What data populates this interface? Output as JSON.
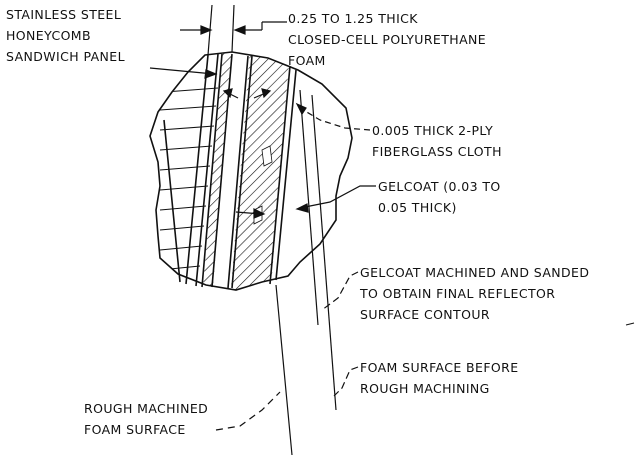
{
  "labels": {
    "honeycomb": [
      "STAINLESS STEEL",
      "HONEYCOMB",
      "SANDWICH PANEL"
    ],
    "foam": [
      "0.25 TO 1.25 THICK",
      "CLOSED-CELL POLYURETHANE",
      "FOAM"
    ],
    "fiberglass": [
      "0.005 THICK 2-PLY",
      "FIBERGLASS CLOTH"
    ],
    "gelcoat": [
      "GELCOAT (0.03 TO",
      "0.05 THICK)"
    ],
    "gelcoat_machined": [
      "GELCOAT MACHINED AND SANDED",
      "TO OBTAIN FINAL REFLECTOR",
      "SURFACE CONTOUR"
    ],
    "foam_surface_before": [
      "FOAM SURFACE BEFORE",
      "ROUGH MACHINING"
    ],
    "rough_machined": [
      "ROUGH MACHINED",
      "FOAM SURFACE"
    ]
  },
  "colors": {
    "ink": "#111111",
    "paper": "#ffffff"
  }
}
